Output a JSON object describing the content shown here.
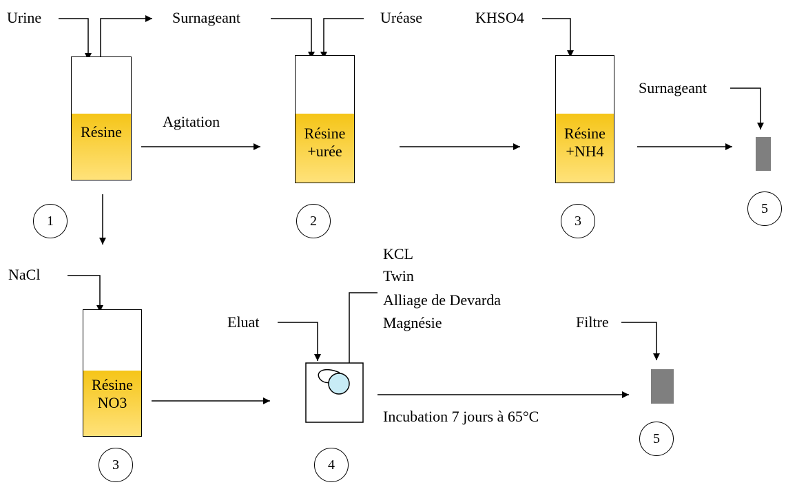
{
  "inputs": {
    "urine": "Urine",
    "surnageant_out": "Surnageant",
    "urease": "Uréase",
    "khso4": "KHSO4",
    "surnageant_5": "Surnageant",
    "nacl": "NaCl",
    "eluat": "Eluat",
    "reagents": [
      "KCL",
      "Twin",
      "Alliage de Devarda",
      "Magnésie"
    ],
    "filtre": "Filtre"
  },
  "process": {
    "agitation": "Agitation",
    "incubation": "Incubation 7 jours à 65°C"
  },
  "columns": {
    "c1": [
      "Résine"
    ],
    "c2": [
      "Résine",
      "+urée"
    ],
    "c3": [
      "Résine",
      "+NH4"
    ],
    "c4": [
      "Résine",
      "NO3"
    ]
  },
  "steps": {
    "s1": "1",
    "s2": "2",
    "s3": "3",
    "s5_top": "5",
    "s3_bottom": "3",
    "s4": "4",
    "s5_bottom": "5"
  },
  "colors": {
    "resin_fill": "#f5c518",
    "sphere_fill": "#c8ecf6",
    "filter_block": "#7f7f7f"
  }
}
